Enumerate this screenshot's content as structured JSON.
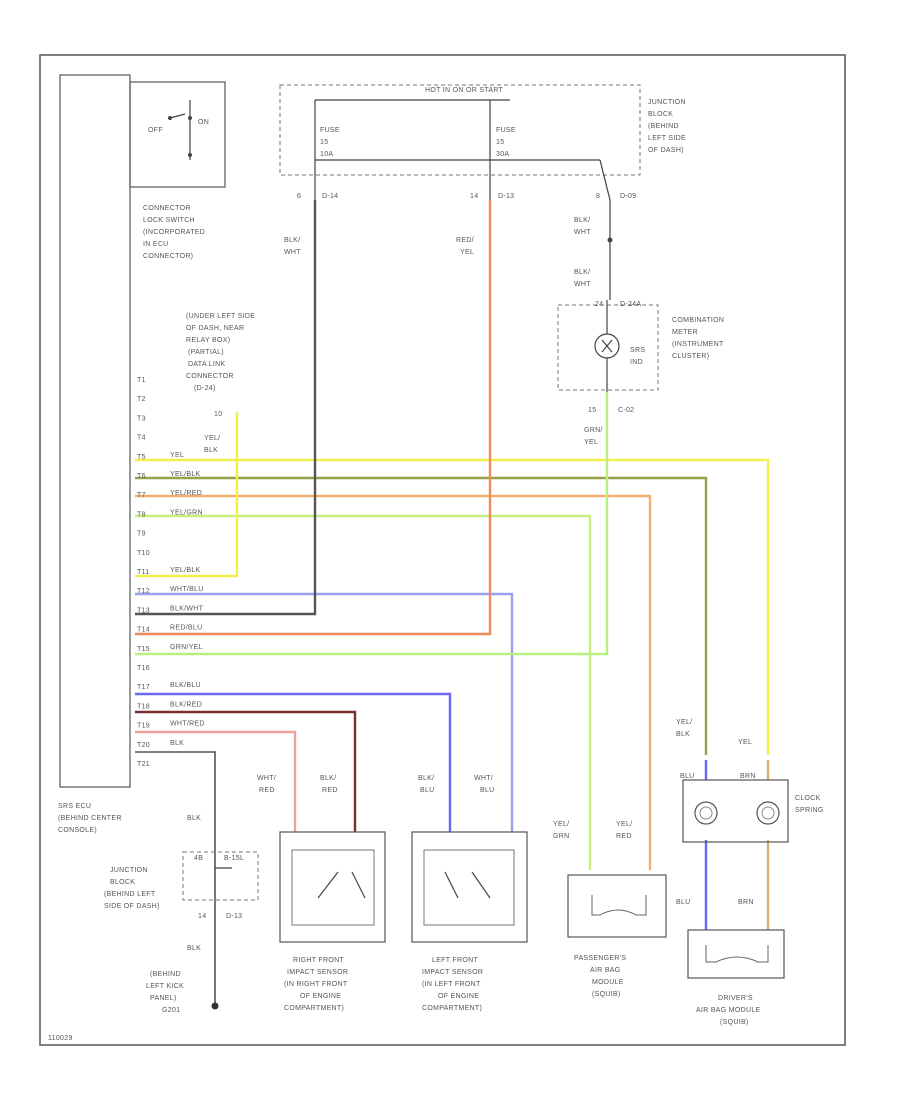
{
  "diagram": {
    "figure_id": "110029",
    "colors": {
      "yellow": "#f2f04a",
      "yellow_black": "#9aa04a",
      "yellow_red": "#f2b070",
      "yellow_green": "#c8ee80",
      "white_blue": "#9aa0f0",
      "black_white": "#555555",
      "red_blue": "#f09060",
      "green_yellow": "#b8f080",
      "black_blue": "#6868f0",
      "black_red": "#7a3030",
      "white_red": "#f0a0a0",
      "red_yellow": "#f8c090",
      "brown": "#d8b070"
    },
    "lock_switch": {
      "off": "OFF",
      "on": "ON"
    },
    "connector_lock_label": [
      "CONNECTOR",
      "LOCK SWITCH",
      "(INCORPORATED",
      "IN ECU",
      "CONNECTOR)"
    ],
    "hot_label": "HOT IN ON OR START",
    "fuse1": [
      "FUSE",
      "15",
      "10A"
    ],
    "fuse2": [
      "FUSE",
      "15",
      "30A"
    ],
    "junction_block_top": [
      "JUNCTION",
      "BLOCK",
      "(BEHIND",
      "LEFT SIDE",
      "OF DASH)"
    ],
    "pins_top": {
      "p1": "6",
      "c1": "D-14",
      "p2": "14",
      "c2": "D-13",
      "p3": "8",
      "c3": "D-09"
    },
    "wire_labels": {
      "blk_wht_1": [
        "BLK/",
        "WHT"
      ],
      "red_yel": [
        "RED/",
        "YEL"
      ],
      "blk_wht_2": [
        "BLK/",
        "WHT"
      ],
      "blk_wht_3": [
        "BLK/",
        "WHT"
      ],
      "grn_yel": [
        "GRN/",
        "YEL"
      ],
      "yel_blk_dlc": [
        "YEL/",
        "BLK"
      ]
    },
    "meter": {
      "pin_a": "24",
      "conn_a": "D-24A",
      "srs_label": [
        "SRS",
        "IND"
      ],
      "pin_b": "15",
      "conn_b": "C-02",
      "label": [
        "COMBINATION",
        "METER",
        "(INSTRUMENT",
        "CLUSTER)"
      ]
    },
    "dlc_label": [
      "(UNDER LEFT SIDE",
      "OF DASH, NEAR",
      "RELAY BOX)",
      "(PARTIAL)",
      "DATA LINK",
      "CONNECTOR",
      "(D-24)"
    ],
    "dlc_pin": "10",
    "ecu_pins": [
      "T1",
      "T2",
      "T3",
      "T4",
      "T5",
      "T6",
      "T7",
      "T8",
      "T9",
      "T10",
      "T11",
      "T12",
      "T13",
      "T14",
      "T15",
      "T16",
      "T17",
      "T18",
      "T19",
      "T20",
      "T21"
    ],
    "ecu_wires": [
      "YEL",
      "YEL/BLK",
      "YEL/RED",
      "YEL/GRN",
      "YEL/BLK",
      "WHT/BLU",
      "BLK/WHT",
      "RED/BLU",
      "GRN/YEL",
      "BLK/BLU",
      "BLK/RED",
      "WHT/RED",
      "BLK"
    ],
    "ecu_label": [
      "SRS ECU",
      "(BEHIND CENTER",
      "CONSOLE)"
    ],
    "ground_blk_1": "BLK",
    "ground_blk_2": "BLK",
    "junction_block_bottom": [
      "JUNCTION",
      "BLOCK",
      "(BEHIND LEFT",
      "SIDE OF DASH)"
    ],
    "jb_bottom": {
      "pin_a": "4B",
      "conn_a": "B-15L",
      "pin_b": "14",
      "conn_b": "D-13"
    },
    "ground_label": [
      "(BEHIND",
      "LEFT KICK",
      "PANEL)",
      "G201"
    ],
    "right_sensor": {
      "wire_a": [
        "WHT/",
        "RED"
      ],
      "wire_b": [
        "BLK/",
        "RED"
      ],
      "label": [
        "RIGHT FRONT",
        "IMPACT SENSOR",
        "(IN RIGHT FRONT",
        "OF ENGINE",
        "COMPARTMENT)"
      ]
    },
    "left_sensor": {
      "wire_a": [
        "BLK/",
        "BLU"
      ],
      "wire_b": [
        "WHT/",
        "BLU"
      ],
      "label": [
        "LEFT FRONT",
        "IMPACT SENSOR",
        "(IN LEFT FRONT",
        "OF ENGINE",
        "COMPARTMENT)"
      ]
    },
    "passenger": {
      "wire_a": [
        "YEL/",
        "GRN"
      ],
      "wire_b": [
        "YEL/",
        "RED"
      ],
      "label": [
        "PASSENGER'S",
        "AIR BAG",
        "MODULE",
        "(SQUIB)"
      ]
    },
    "clock_spring": {
      "wire_a": [
        "YEL/",
        "BLK"
      ],
      "wire_b": "YEL",
      "blu": "BLU",
      "brn": "BRN",
      "label": [
        "CLOCK",
        "SPRING"
      ]
    },
    "driver": {
      "blu": "BLU",
      "brn": "BRN",
      "label": [
        "DRIVER'S",
        "AIR BAG MODULE",
        "(SQUIB)"
      ]
    }
  }
}
